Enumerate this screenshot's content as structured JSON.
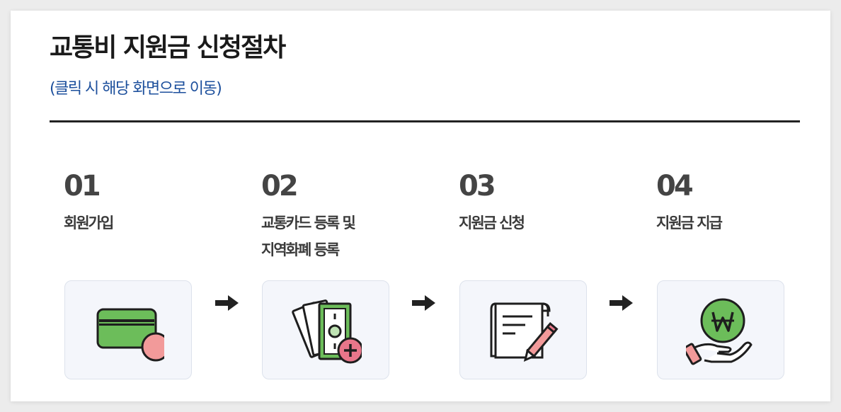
{
  "header": {
    "title": "교통비 지원금 신청절차",
    "subtitle": "(클릭 시 해당 화면으로 이동)"
  },
  "steps": [
    {
      "number": "01",
      "label_line1": "회원가입",
      "label_line2": "",
      "icon": "credit-card-icon"
    },
    {
      "number": "02",
      "label_line1": "교통카드 등록 및",
      "label_line2": "지역화폐 등록",
      "icon": "money-add-icon"
    },
    {
      "number": "03",
      "label_line1": "지원금 신청",
      "label_line2": "",
      "icon": "document-pen-icon"
    },
    {
      "number": "04",
      "label_line1": "지원금 지급",
      "label_line2": "",
      "icon": "won-coin-hand-icon"
    }
  ],
  "colors": {
    "accent_green": "#6cbd5a",
    "accent_pink": "#f29a9a",
    "title_blue": "#1c4f9c"
  }
}
